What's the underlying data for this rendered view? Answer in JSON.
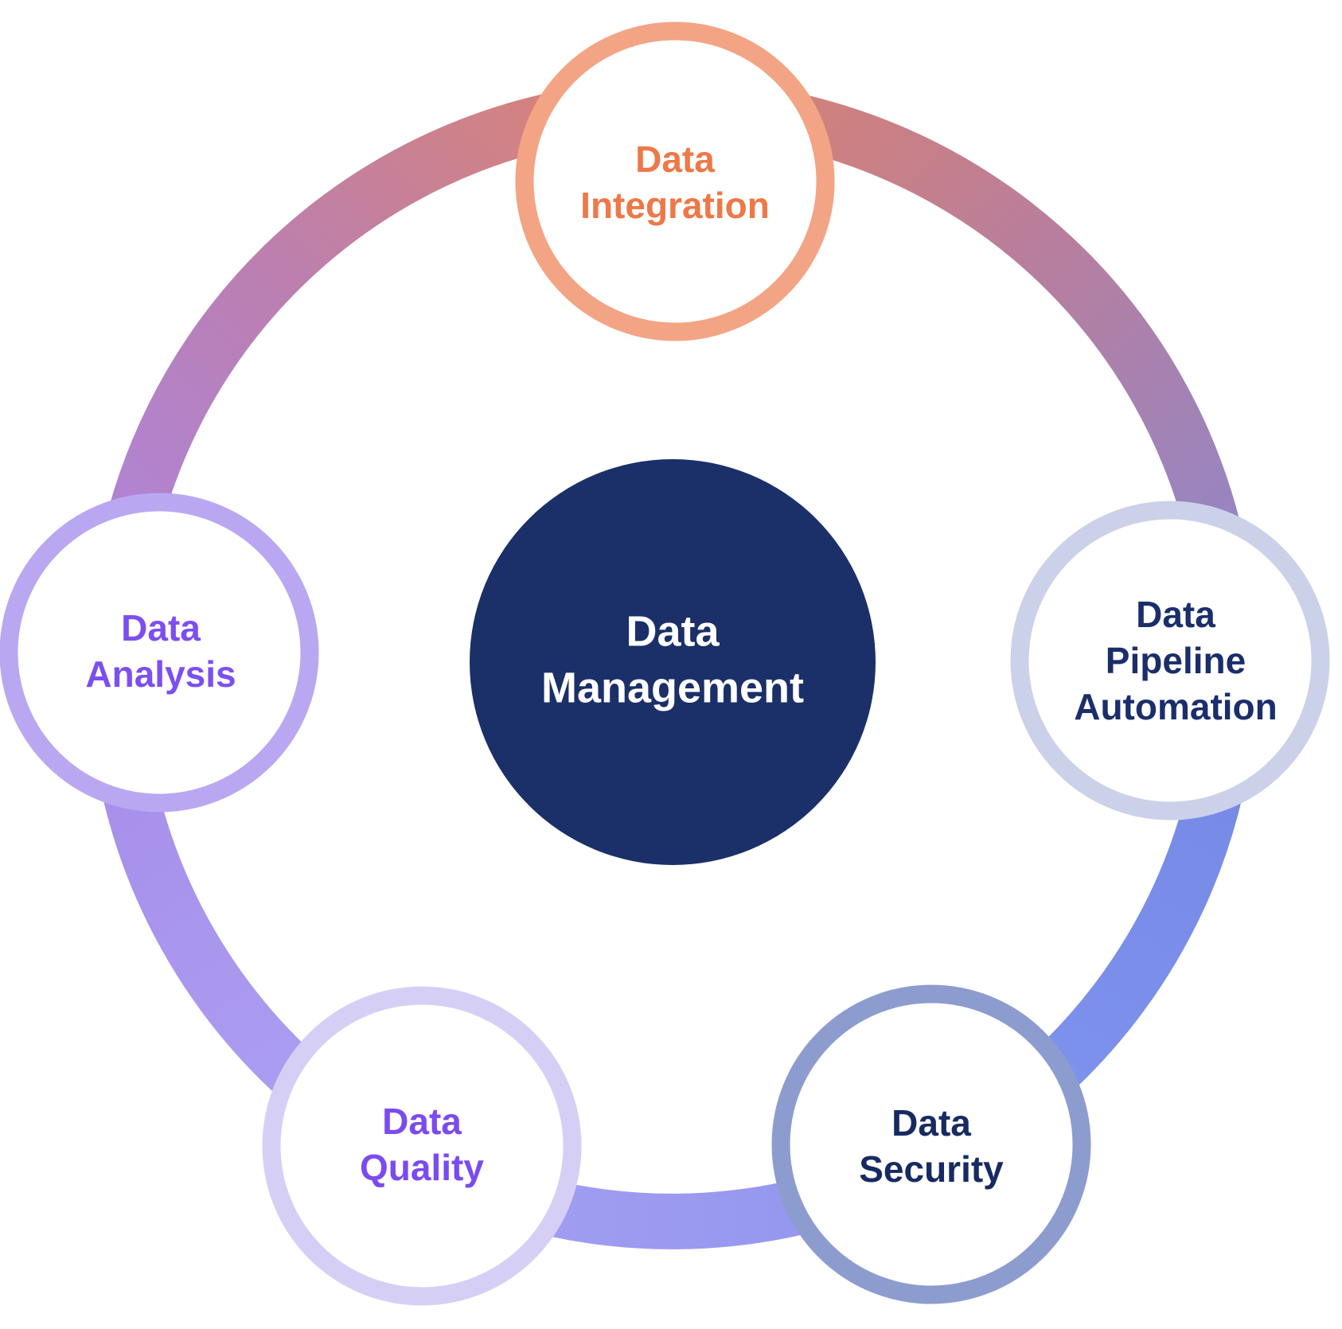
{
  "diagram": {
    "title": "Data Management cycle diagram",
    "center": {
      "label": "Data\nManagement",
      "fill": "#1B3069",
      "text_color": "#FFFFFF"
    },
    "nodes": [
      {
        "id": "data-integration",
        "label": "Data\nIntegration",
        "border_color": "#F3A484",
        "text_color": "#EE7847"
      },
      {
        "id": "data-pipeline-automation",
        "label": "Data Pipeline\nAutomation",
        "border_color": "#CAD1E9",
        "text_color": "#1B2E6B"
      },
      {
        "id": "data-security",
        "label": "Data\nSecurity",
        "border_color": "#8D9CCE",
        "text_color": "#172A62"
      },
      {
        "id": "data-quality",
        "label": "Data\nQuality",
        "border_color": "#D6CFF5",
        "text_color": "#7B4BF0"
      },
      {
        "id": "data-analysis",
        "label": "Data\nAnalysis",
        "border_color": "#BAA7F1",
        "text_color": "#7C4FF0"
      }
    ],
    "ring": {
      "segments": [
        {
          "from": "data-integration",
          "to": "data-pipeline-automation",
          "stops": [
            "#D98270",
            "#B97E9C",
            "#8E87CC"
          ]
        },
        {
          "from": "data-pipeline-automation",
          "to": "data-security",
          "stops": [
            "#7487E4",
            "#8095EF"
          ]
        },
        {
          "from": "data-security",
          "to": "data-quality",
          "stops": [
            "#8F94EE",
            "#A6A0F2"
          ]
        },
        {
          "from": "data-quality",
          "to": "data-analysis",
          "stops": [
            "#ABA2F3",
            "#A78BE8"
          ]
        },
        {
          "from": "data-analysis",
          "to": "data-integration",
          "stops": [
            "#AC85E0",
            "#BC7FAE",
            "#DB8370"
          ]
        }
      ]
    }
  }
}
